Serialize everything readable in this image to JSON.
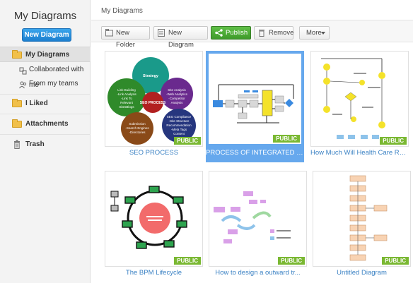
{
  "app": {
    "title": "My Diagrams",
    "new_button": "New Diagram"
  },
  "sidebar": {
    "items": [
      {
        "label": "My Diagrams",
        "icon": "folder-open-icon"
      },
      {
        "label": "Collaborated with me",
        "icon": "collaborate-icon"
      },
      {
        "label": "From my teams",
        "icon": "team-icon"
      },
      {
        "label": "I Liked",
        "icon": "heart-folder-icon"
      },
      {
        "label": "Attachments",
        "icon": "attachment-folder-icon"
      },
      {
        "label": "Trash",
        "icon": "trash-icon"
      }
    ]
  },
  "breadcrumb": "My Diagrams",
  "toolbar": {
    "new_folder": "New Folder",
    "new_diagram": "New Diagram",
    "publish": "Publish",
    "remove": "Remove",
    "more": "More"
  },
  "badge_label": "PUBLIC",
  "diagrams": [
    {
      "title": "SEO PROCESS",
      "selected": false
    },
    {
      "title": "PROCESS OF INTEGRATED M...",
      "selected": true
    },
    {
      "title": "How Much Will Health Care Ref...",
      "selected": false
    },
    {
      "title": "The BPM Lifecycle",
      "selected": false
    },
    {
      "title": "How to design a outward tr...",
      "selected": false
    },
    {
      "title": "Untitled Diagram",
      "selected": false
    }
  ],
  "seo_thumb": {
    "center": "SEO PROCESS",
    "top": "Strategy",
    "right": "Site Analysis -Web Analytics -Competitor Analysis",
    "left": "Link Building -Link Analysis -Link To Relevant SitesBlogs",
    "bottom_left": "Submission -Search Engines -Directories",
    "bottom_right": "SEO Compliance -Site Structure Recommendation -Meta Tags Content"
  },
  "colors": {
    "accent": "#66a8ed",
    "publish": "#4aa935",
    "badge": "#7ab832",
    "link": "#3b82c4"
  }
}
